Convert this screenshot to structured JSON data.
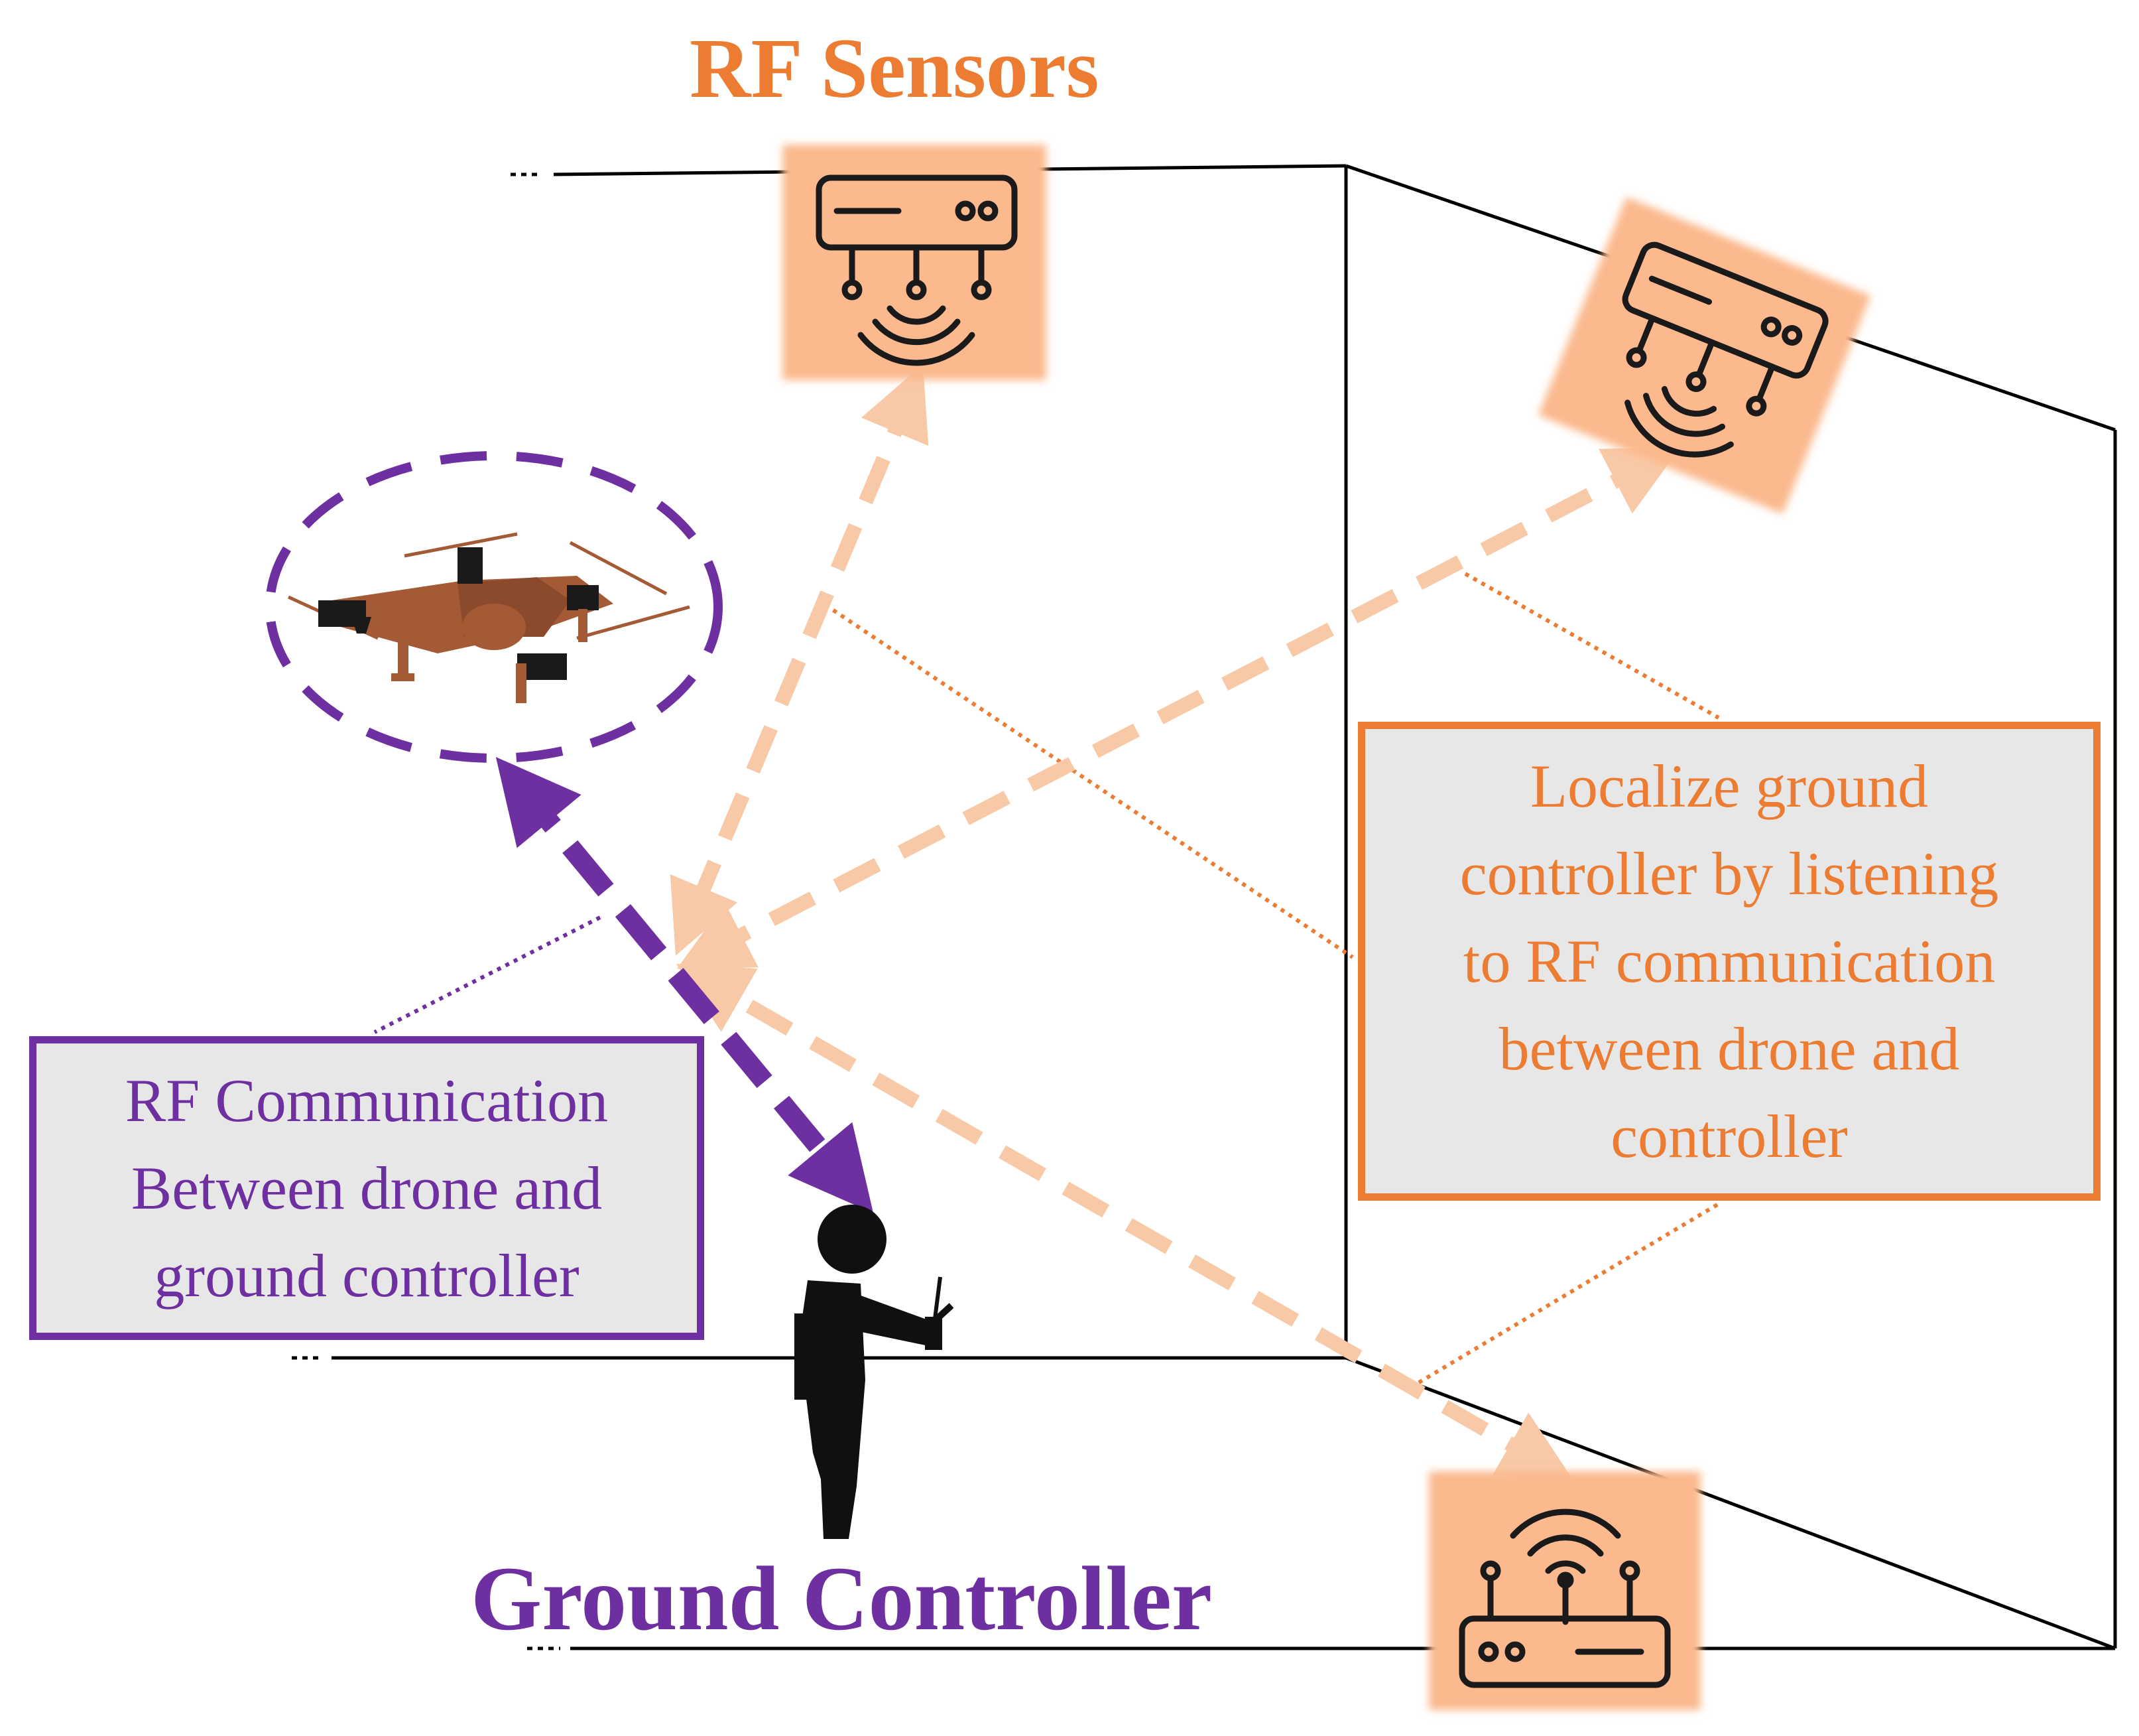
{
  "colors": {
    "orange": "#ec7c31",
    "peach": "#f8c9a7",
    "sensor_bg": "#fbb98d",
    "purple": "#6e2fa0",
    "box_fill": "#e7e7e7",
    "drone_body": "#a35a35",
    "silhouette": "#101010"
  },
  "labels": {
    "rf_sensors": "RF Sensors",
    "ground_controller": "Ground Controller"
  },
  "rf_comm_box": {
    "lines": [
      "RF Communication",
      "Between drone and",
      "ground controller"
    ]
  },
  "localize_box": {
    "lines": [
      "Localize ground",
      "controller by listening",
      "to RF communication",
      "between drone and",
      "controller"
    ]
  },
  "icons": {
    "sensor_top": "rf-sensor-icon",
    "sensor_right": "rf-sensor-icon",
    "router_bottom": "wifi-router-icon",
    "drone": "drone-icon",
    "person": "person-with-remote-icon"
  }
}
